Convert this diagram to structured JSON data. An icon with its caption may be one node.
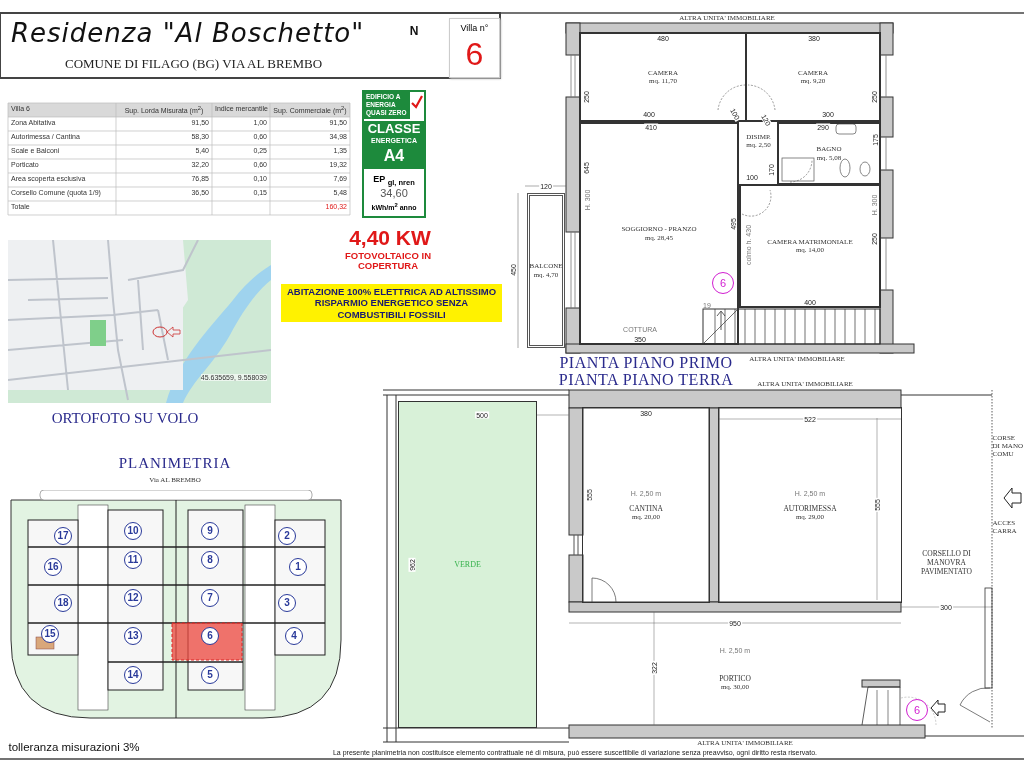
{
  "diagram": {
    "nodes": [
      {
        "text": [
          "Residenza \"Al Boschetto\"",
          "COMUNE DI FILAGO (BG) VIA AL BREMBO"
        ]
      },
      {
        "text": [
          "Villa n°",
          "6"
        ],
        "in": 0
      },
      {
        "text": [
          "EDIFICIO A ENERGIA QUASI ZERO",
          "CLASSE",
          "ENERGETICA",
          "A4",
          "EP $_{gl, nren}$",
          "34,60",
          "kWh/m$^{2}$ anno"
        ]
      },
      {
        "text": [
          "ABITAZIONE 100% ELETTRICA AD ALTISSIMO RISPARMIO ENERGETICO SENZA COMBUSTIBILI FOSSILI"
        ]
      },
      {
        "text": [
          "45.635659, 9.558039"
        ],
        "beside": [
          "ORTOFOTO SU VOLO"
        ]
      },
      {
        "text": [],
        "shape": "picture"
      },
      {
        "text": [
          "17"
        ],
        "in": 5
      },
      {
        "text": [
          "10"
        ],
        "in": 5
      },
      {
        "text": [
          "9"
        ],
        "in": 5
      },
      {
        "text": [
          "2"
        ],
        "in": 5
      },
      {
        "text": [
          "16"
        ],
        "in": 5
      },
      {
        "text": [
          "11"
        ],
        "in": 5
      },
      {
        "text": [
          "8"
        ],
        "in": 5
      },
      {
        "text": [
          "1"
        ],
        "in": 5
      },
      {
        "text": [
          "18"
        ],
        "in": 5
      },
      {
        "text": [
          "12"
        ],
        "in": 5
      },
      {
        "text": [
          "7"
        ],
        "in": 5
      },
      {
        "text": [
          "3"
        ],
        "in": 5
      },
      {
        "text": [
          "15"
        ],
        "in": 5
      },
      {
        "text": [
          "13"
        ],
        "in": 5
      },
      {
        "text": [
          "6"
        ],
        "in": 5
      },
      {
        "text": [
          "4"
        ],
        "in": 5
      },
      {
        "text": [
          "14"
        ],
        "in": 5
      },
      {
        "text": [
          "5"
        ],
        "in": 5
      },
      {
        "text": [
          "CAMERA",
          "mq. 11,70"
        ]
      },
      {
        "text": [
          "CAMERA",
          "mq. 9,20"
        ]
      },
      {
        "text": [
          "DISIMP.",
          "mq. 2,50"
        ]
      },
      {
        "text": [
          "BAGNO",
          "mq. 5,08"
        ]
      },
      {
        "text": [
          "SOGGIORNO - PRANZO",
          "mq. 28,45"
        ]
      },
      {
        "text": [
          "CAMERA MATRIMONIALE",
          "mq. 14,00"
        ]
      },
      {
        "text": [
          "BALCONE",
          "mq. 4,70"
        ]
      },
      {
        "text": [
          "6"
        ],
        "in": 28
      },
      {
        "text": [
          "VERDE"
        ]
      },
      {
        "text": [
          "H. 2,50 m",
          "CANTINA",
          "mq. 20,00"
        ]
      },
      {
        "text": [
          "H. 2,50 m",
          "AUTORIMESSA",
          "mq. 29,00"
        ]
      },
      {
        "text": [
          "H. 2,50 m",
          "PORTICO",
          "mq. 30,00"
        ]
      },
      {
        "text": [
          "CORSELLO DI MANOVRA PAVIMENTATO"
        ]
      },
      {
        "text": [
          "6"
        ],
        "in": 36
      }
    ],
    "labels": [
      "Villa 6",
      "Sup. Lorda Misurata (m$^{2}$)",
      "Indice mercantile",
      "Sup. Commerciale (m$^{2}$)",
      "Zona Abitativa",
      "91,50",
      "1,00",
      "91,50",
      "Autorimessa / Cantina",
      "58,30",
      "0,60",
      "34,98",
      "Scale e Balconi",
      "5,40",
      "0,25",
      "1,35",
      "Porticato",
      "32,20",
      "0,60",
      "19,32",
      "Area scoperta esclusiva",
      "76,85",
      "0,10",
      "7,69",
      "Corsello Comune (quota 1/9)",
      "36,50",
      "0,15",
      "5,48",
      "Totale",
      "160,32",
      "4,40 KW",
      "FOTOVOLTAICO IN COPERTURA",
      "PLANIMETRIA",
      "Via AL BREMBO",
      "tolleranza misurazioni 3%",
      "La presente planimetria non costituisce elemento contrattuale né di misura, può essere suscettibile di variazione senza preavviso, ogni diritto resta riservato.",
      "ALTRA UNITA' IMMOBILIARE",
      "480",
      "380",
      "250",
      "250",
      "400",
      "300",
      "100",
      "120",
      "410",
      "290",
      "175",
      "170",
      "100",
      "645",
      "120",
      "H. 300",
      "495",
      "colmo h. 430",
      "H. 300",
      "250",
      "450",
      "400",
      "19",
      "COTTURA",
      "350",
      "ALTRA UNITA' IMMOBILIARE",
      "PIANTA PIANO PRIMO",
      "PIANTA PIANO TERRA",
      "ALTRA UNITA' IMMOBILIARE",
      "500",
      "380",
      "522",
      "555",
      "555",
      "962",
      "950",
      "300",
      "322",
      "ALTRA UNITA' IMMOBILIARE",
      "CORSE DI MANO COMU",
      "ACCES CARRA",
      "N"
    ]
  }
}
